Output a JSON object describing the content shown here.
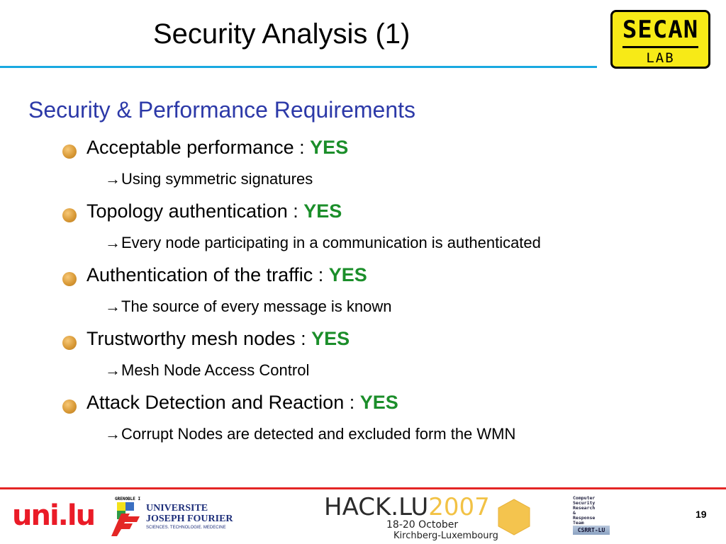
{
  "slide": {
    "title": "Security Analysis (1)",
    "page_number": "19"
  },
  "logo_secan": {
    "top": "SECAN",
    "bottom": "LAB"
  },
  "content": {
    "heading": "Security & Performance Requirements",
    "answer": "YES",
    "items": [
      {
        "label": "Acceptable performance : ",
        "answer": "YES",
        "detail": "Using symmetric signatures"
      },
      {
        "label": "Topology authentication : ",
        "answer": "YES",
        "detail": "Every node participating in a communication is authenticated"
      },
      {
        "label": "Authentication of the traffic : ",
        "answer": "YES",
        "detail": "The source of every message is known"
      },
      {
        "label": "Trustworthy mesh nodes : ",
        "answer": "YES",
        "detail": "Mesh Node Access Control"
      },
      {
        "label": "Attack Detection and Reaction : ",
        "answer": "YES",
        "detail": "Corrupt Nodes are detected and excluded form the WMN"
      }
    ]
  },
  "footer": {
    "unilu": "uni.lu",
    "ujf": {
      "small": "GRENOBLE I",
      "line1": "UNIVERSITE",
      "line2": "JOSEPH FOURIER",
      "tagline": "SCIENCES. TECHNOLOGIE. MEDECINE"
    },
    "hack": {
      "name": "HACK.LU",
      "year": "2007",
      "dates": "18-20 October",
      "place": "Kirchberg-Luxembourg"
    },
    "csrrt": {
      "text": "Computer\nSecurity\nResearch\n&\nResponse\nTeam",
      "badge": "CSRRT-LU"
    }
  },
  "colors": {
    "title_rule": "#19a9e1",
    "heading": "#2c39a8",
    "yes": "#1b8e2a",
    "bullet": "#d99a37",
    "footer_rule": "#e42625",
    "secan_bg": "#f7ea17"
  },
  "icons": {
    "bullet": "orange-circle-bullet",
    "sub_bullet": "right-arrow-icon"
  }
}
